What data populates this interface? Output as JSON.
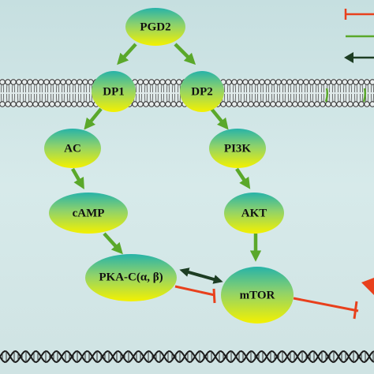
{
  "nodes": {
    "pgd2": "PGD2",
    "dp1": "DP1",
    "dp2": "DP2",
    "ac": "AC",
    "pi3k": "PI3K",
    "camp": "cAMP",
    "akt": "AKT",
    "pka": "PKA-C(α, β)",
    "mtor": "mTOR"
  },
  "colors": {
    "background": "#cfe5e5",
    "node_top": "#2fb7a6",
    "node_bottom": "#f2f200",
    "activation_arrow": "#5aa82a",
    "inhibition": "#e8401c",
    "bidirectional": "#1d3d23"
  },
  "legend_marks": [
    "inhibition-line",
    "activation-arrow",
    "interaction-arrow"
  ]
}
